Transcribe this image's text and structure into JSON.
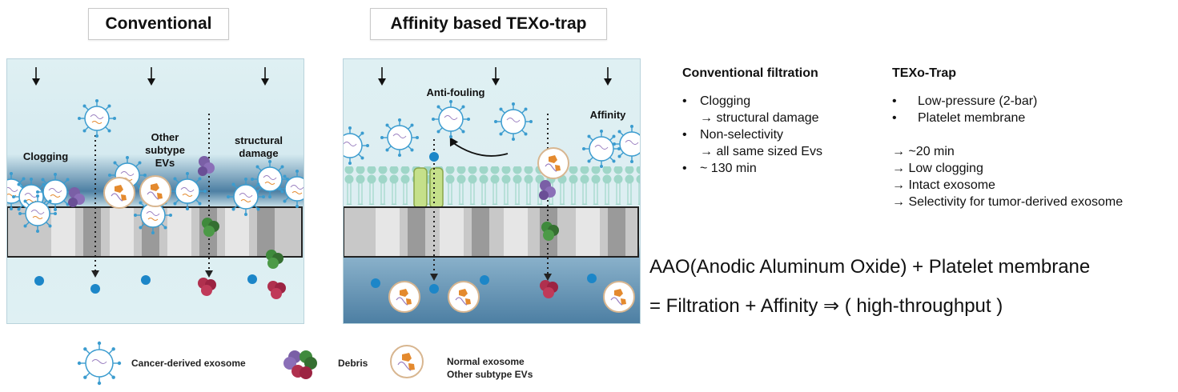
{
  "titles": {
    "conventional": "Conventional",
    "texo": "Affinity based TEXo-trap"
  },
  "panel_left": {
    "clogging": "Clogging",
    "other_subtype": "Other\nsubtype\nEVs",
    "structural_damage": "structural\ndamage"
  },
  "panel_right": {
    "anti_fouling": "Anti-fouling",
    "affinity": "Affinity"
  },
  "conventional_filtration": {
    "heading": "Conventional filtration",
    "items": [
      {
        "bullet": "•",
        "text": "Clogging"
      },
      {
        "bullet": "",
        "text": "→ structural damage"
      },
      {
        "bullet": "•",
        "text": "Non-selectivity"
      },
      {
        "bullet": "",
        "text": "→ all same sized Evs"
      },
      {
        "bullet": "•",
        "text": "~ 130 min"
      }
    ]
  },
  "texo_trap": {
    "heading": "TEXo-Trap",
    "items": [
      {
        "bullet": "•",
        "text": "Low-pressure (2-bar)"
      },
      {
        "bullet": "•",
        "text": "Platelet membrane"
      }
    ],
    "results": [
      "→ ~20 min",
      "→ Low clogging",
      "→ Intact exosome",
      "→ Selectivity for tumor-derived exosome"
    ]
  },
  "summary": {
    "line1": "AAO(Anodic Aluminum Oxide) + Platelet membrane",
    "line2": "= Filtration + Affinity ⇒ ( high-throughput )"
  },
  "legend": {
    "cancer_exosome": "Cancer-derived exosome",
    "debris": "Debris",
    "normal_exosome": "Normal exosome\nOther subtype EVs"
  },
  "colors": {
    "panel_bg": "#dff0f3",
    "membrane_gray": "#c8c8c8",
    "exosome_blue": "#3b9ccf",
    "lipid": "#9fd6c8",
    "channel": "#c5e08a",
    "debris_green": "#3f8a3c",
    "debris_purple": "#7a5fa6",
    "debris_red": "#b0304e",
    "normal_orange": "#e48a2e",
    "dot_blue": "#1c86c8"
  }
}
